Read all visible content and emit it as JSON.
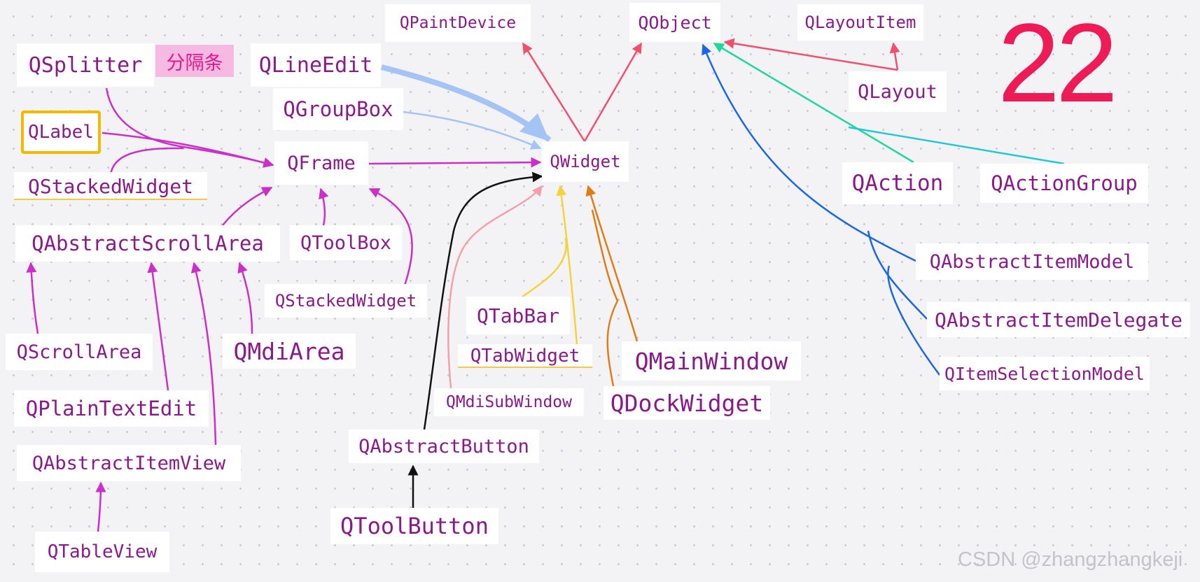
{
  "title_number": "22",
  "splitter_tag": "分隔条",
  "watermark": "CSDN @zhangzhangkeji",
  "colors": {
    "node_text": "#8a1a8a",
    "magenta": "#cc2fc8",
    "red": "#f0506a",
    "light_blue": "#a4c4f6",
    "blue": "#1a66e8",
    "green": "#22d898",
    "cyan": "#22c8d8",
    "yellow": "#f4d23c",
    "orange": "#e07c18",
    "pink": "#f4a0a8",
    "black": "#111111",
    "badge": "#ee1c56"
  },
  "nodes": [
    {
      "id": "qpaintdevice",
      "label": "QPaintDevice"
    },
    {
      "id": "qobject",
      "label": "QObject"
    },
    {
      "id": "qlayoutitem",
      "label": "QLayoutItem"
    },
    {
      "id": "qsplitter",
      "label": "QSplitter"
    },
    {
      "id": "qlineedit",
      "label": "QLineEdit"
    },
    {
      "id": "qlayout",
      "label": "QLayout"
    },
    {
      "id": "qgroupbox",
      "label": "QGroupBox"
    },
    {
      "id": "qlabel",
      "label": "QLabel"
    },
    {
      "id": "qframe",
      "label": "QFrame"
    },
    {
      "id": "qwidget",
      "label": "QWidget"
    },
    {
      "id": "qstackedwidget1",
      "label": "QStackedWidget"
    },
    {
      "id": "qaction",
      "label": "QAction"
    },
    {
      "id": "qactiongroup",
      "label": "QActionGroup"
    },
    {
      "id": "qabstractscrollarea",
      "label": "QAbstractScrollArea"
    },
    {
      "id": "qtoolbox",
      "label": "QToolBox"
    },
    {
      "id": "qabstractitemmodel",
      "label": "QAbstractItemModel"
    },
    {
      "id": "qstackedwidget2",
      "label": "QStackedWidget"
    },
    {
      "id": "qtabbar",
      "label": "QTabBar"
    },
    {
      "id": "qabstractitemdelegate",
      "label": "QAbstractItemDelegate"
    },
    {
      "id": "qscrollarea",
      "label": "QScrollArea"
    },
    {
      "id": "qmdiarea",
      "label": "QMdiArea"
    },
    {
      "id": "qtabwidget",
      "label": "QTabWidget"
    },
    {
      "id": "qmainwindow",
      "label": "QMainWindow"
    },
    {
      "id": "qitemselectionmodel",
      "label": "QItemSelectionModel"
    },
    {
      "id": "qmdisubwindow",
      "label": "QMdiSubWindow"
    },
    {
      "id": "qdockwidget",
      "label": "QDockWidget"
    },
    {
      "id": "qplaintextedit",
      "label": "QPlainTextEdit"
    },
    {
      "id": "qabstractbutton",
      "label": "QAbstractButton"
    },
    {
      "id": "qabstractitemview",
      "label": "QAbstractItemView"
    },
    {
      "id": "qtoolbutton",
      "label": "QToolButton"
    },
    {
      "id": "qtableview",
      "label": "QTableView"
    }
  ],
  "edges": [
    {
      "from": "qwidget",
      "to": "qpaintdevice",
      "color": "red"
    },
    {
      "from": "qwidget",
      "to": "qobject",
      "color": "red"
    },
    {
      "from": "qlayout",
      "to": "qobject",
      "color": "red"
    },
    {
      "from": "qlayout",
      "to": "qlayoutitem",
      "color": "red"
    },
    {
      "from": "qaction",
      "to": "qobject",
      "color": "green"
    },
    {
      "from": "qactiongroup",
      "to": "qobject",
      "color": "cyan"
    },
    {
      "from": "qabstractitemmodel",
      "to": "qobject",
      "color": "blue"
    },
    {
      "from": "qabstractitemdelegate",
      "to": "qobject",
      "color": "blue"
    },
    {
      "from": "qitemselectionmodel",
      "to": "qobject",
      "color": "blue"
    },
    {
      "from": "qlineedit",
      "to": "qwidget",
      "color": "light_blue"
    },
    {
      "from": "qgroupbox",
      "to": "qwidget",
      "color": "light_blue"
    },
    {
      "from": "qframe",
      "to": "qwidget",
      "color": "magenta"
    },
    {
      "from": "qsplitter",
      "to": "qframe",
      "color": "magenta"
    },
    {
      "from": "qlabel",
      "to": "qframe",
      "color": "magenta"
    },
    {
      "from": "qstackedwidget1",
      "to": "qframe",
      "color": "magenta"
    },
    {
      "from": "qabstractscrollarea",
      "to": "qframe",
      "color": "magenta"
    },
    {
      "from": "qtoolbox",
      "to": "qframe",
      "color": "magenta"
    },
    {
      "from": "qstackedwidget2",
      "to": "qframe",
      "color": "magenta"
    },
    {
      "from": "qscrollarea",
      "to": "qabstractscrollarea",
      "color": "magenta"
    },
    {
      "from": "qplaintextedit",
      "to": "qabstractscrollarea",
      "color": "magenta"
    },
    {
      "from": "qabstractitemview",
      "to": "qabstractscrollarea",
      "color": "magenta"
    },
    {
      "from": "qmdiarea",
      "to": "qabstractscrollarea",
      "color": "magenta"
    },
    {
      "from": "qtableview",
      "to": "qabstractitemview",
      "color": "magenta"
    },
    {
      "from": "qabstractbutton",
      "to": "qwidget",
      "color": "black"
    },
    {
      "from": "qtoolbutton",
      "to": "qabstractbutton",
      "color": "black"
    },
    {
      "from": "qmdisubwindow",
      "to": "qwidget",
      "color": "pink"
    },
    {
      "from": "qtabbar",
      "to": "qwidget",
      "color": "yellow"
    },
    {
      "from": "qtabwidget",
      "to": "qwidget",
      "color": "yellow"
    },
    {
      "from": "qmainwindow",
      "to": "qwidget",
      "color": "orange"
    },
    {
      "from": "qdockwidget",
      "to": "qwidget",
      "color": "orange"
    }
  ]
}
